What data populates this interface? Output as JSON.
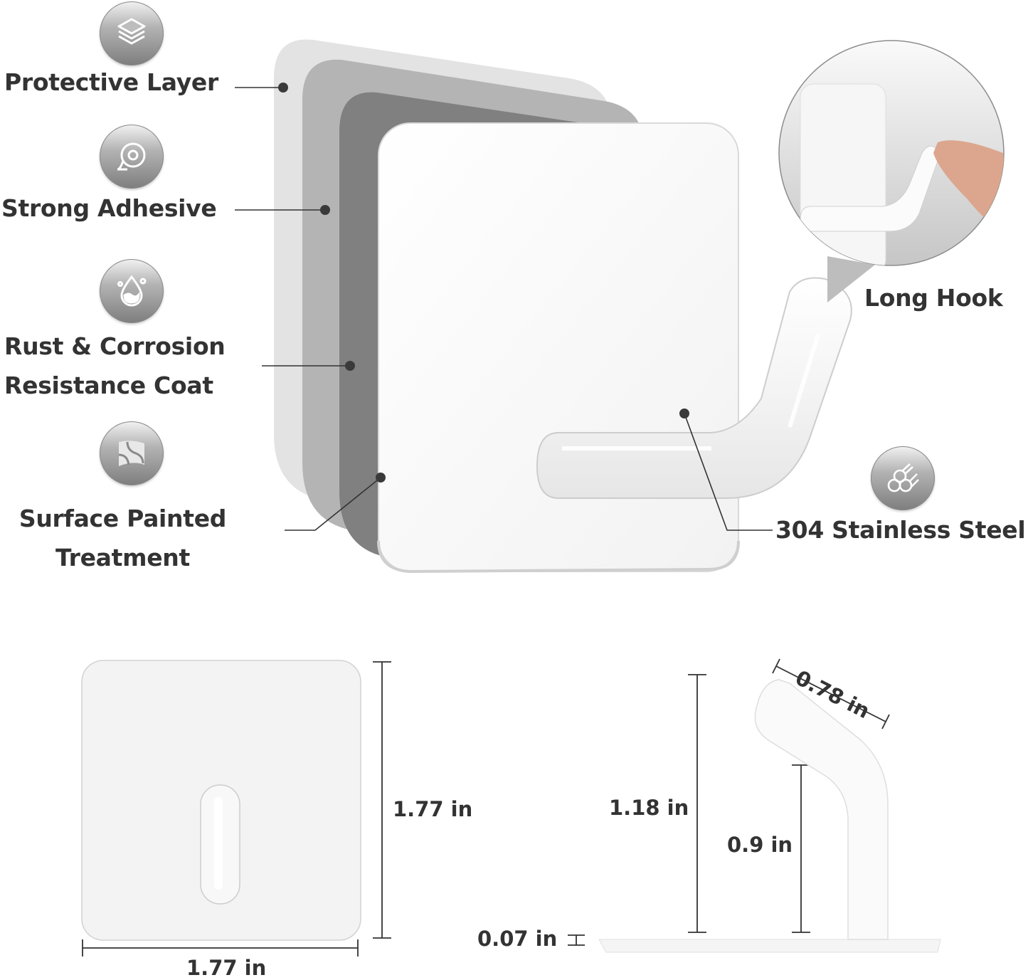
{
  "features": [
    {
      "id": "protective-layer",
      "icon": "layers-icon",
      "lines": [
        "Protective Layer"
      ]
    },
    {
      "id": "strong-adhesive",
      "icon": "tape-roll-icon",
      "lines": [
        "Strong Adhesive"
      ]
    },
    {
      "id": "rust-corrosion",
      "icon": "water-drop-icon",
      "lines": [
        "Rust & Corrosion",
        "Resistance Coat"
      ]
    },
    {
      "id": "surface-painted",
      "icon": "surface-texture-icon",
      "lines": [
        "Surface Painted",
        "Treatment"
      ]
    },
    {
      "id": "stainless-steel",
      "icon": "steel-pipes-icon",
      "lines": [
        "304 Stainless Steel"
      ]
    }
  ],
  "callout": {
    "label": "Long Hook"
  },
  "layer_colors": {
    "layer1": "#e3e3e3",
    "layer2": "#b4b4b4",
    "layer3": "#808080",
    "front": "#ffffff"
  },
  "dimensions": {
    "front_width": "1.77 in",
    "front_height": "1.77 in",
    "total_height": "1.18 in",
    "hook_height": "0.9 in",
    "hook_tip_length": "0.78 in",
    "base_thickness": "0.07 in"
  }
}
